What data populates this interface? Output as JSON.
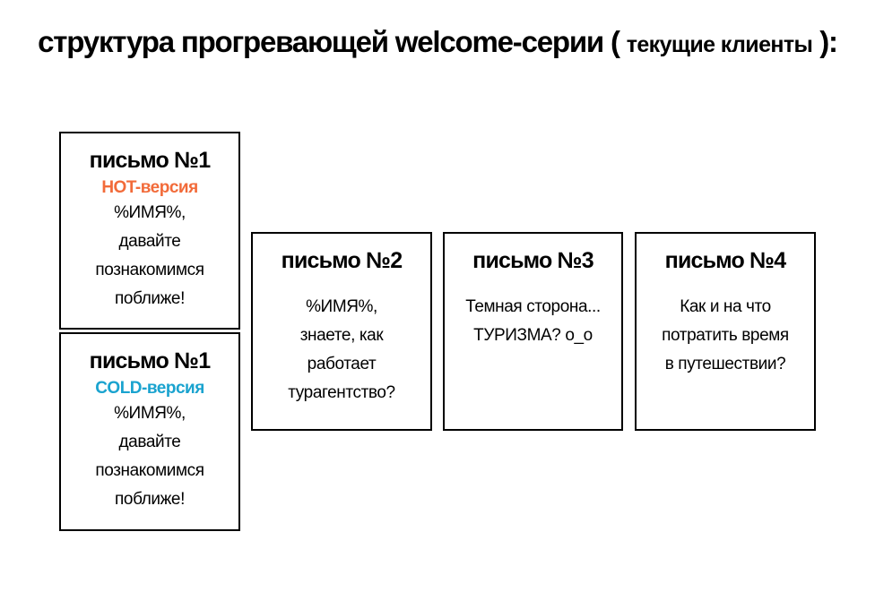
{
  "title": {
    "main": "структура прогревающей welcome-серии ( ",
    "small": "текущие клиенты",
    "end": " ):"
  },
  "colors": {
    "hot": "#f26b3a",
    "cold": "#1aa3cf",
    "border": "#000000"
  },
  "cards": [
    {
      "heading": "письмо №1",
      "version": "HOT-версия",
      "lines": [
        "%ИМЯ%,",
        "давайте",
        "познакомимся",
        "поближе!"
      ]
    },
    {
      "heading": "письмо №1",
      "version": "COLD-версия",
      "lines": [
        "%ИМЯ%,",
        "давайте",
        "познакомимся",
        "поближе!"
      ]
    },
    {
      "heading": "письмо №2",
      "lines": [
        "%ИМЯ%,",
        "знаете, как",
        "работает",
        "турагентство?"
      ]
    },
    {
      "heading": "письмо №3",
      "lines": [
        "Темная сторона...",
        "ТУРИЗМА? о_о"
      ]
    },
    {
      "heading": "письмо №4",
      "lines": [
        "Как и на что",
        "потратить время",
        "в путешествии?"
      ]
    }
  ]
}
